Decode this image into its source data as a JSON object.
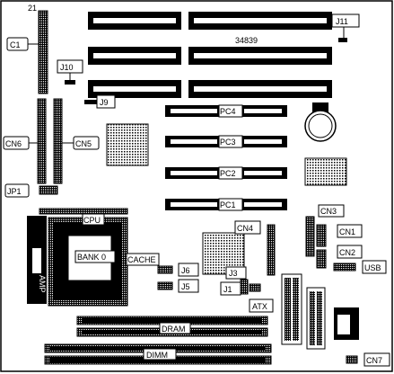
{
  "board": {
    "part_number": "34839",
    "pin1_label": "21"
  },
  "connectors": {
    "c1": "C1",
    "j10": "J10",
    "j9": "J9",
    "j11": "J11",
    "cn6": "CN6",
    "cn5": "CN5",
    "jp1": "JP1",
    "cn3": "CN3",
    "cn4": "CN4",
    "cn1": "CN1",
    "cn2": "CN2",
    "usb": "USB",
    "j6": "J6",
    "j5": "J5",
    "j3": "J3",
    "j1": "J1",
    "atx": "ATX",
    "cn7": "CN7"
  },
  "slots": {
    "pc4": "PC4",
    "pc3": "PC3",
    "pc2": "PC2",
    "pc1": "PC1"
  },
  "components": {
    "cpu": "CPU",
    "bank0": "BANK 0",
    "cache": "CACHE",
    "amp": "AMP",
    "dram": "DRAM",
    "dimm": "DIMM"
  },
  "colors": {
    "ink": "#000000",
    "paper": "#ffffff",
    "hatch": "#000000"
  }
}
